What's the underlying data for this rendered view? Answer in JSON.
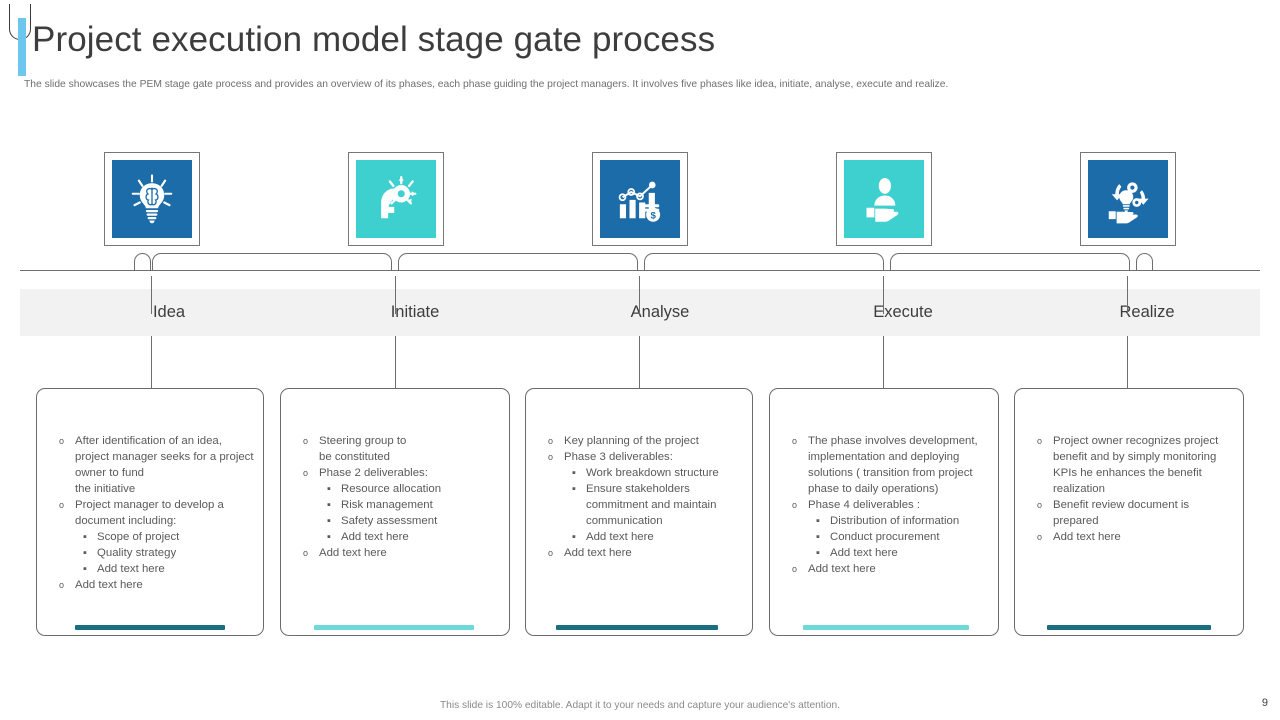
{
  "header": {
    "title": "Project execution model stage gate process",
    "subtitle": "The slide showcases the PEM  stage gate process and provides an overview of its phases, each phase guiding the project managers. It involves five phases like idea, initiate, analyse, execute and realize.",
    "logo_icon": "u-logo-mark"
  },
  "theme": {
    "dark_blue": "#1b6ca8",
    "teal": "#3ecfcf",
    "accent_dark": "#1b6e80",
    "accent_light": "#6fd9d9",
    "band_gray": "#f2f2f2",
    "text_gray": "#5a5a5a",
    "logo_blue": "#6cc6ee"
  },
  "phases": [
    {
      "label": "Idea",
      "icon": "lightbulb-brain-icon",
      "icon_bg": "#1b6ca8",
      "accent": "#1b6e80",
      "bullets": [
        {
          "text": "After identification of an idea, project manager seeks for a project owner to fund",
          "marker": "circle"
        },
        {
          "text": "the initiative",
          "marker": "none"
        },
        {
          "text": "Project manager to develop a document including:",
          "marker": "circle"
        },
        {
          "text": "Scope of project",
          "marker": "square"
        },
        {
          "text": "Quality strategy",
          "marker": "square"
        },
        {
          "text": "Add text here",
          "marker": "square"
        },
        {
          "text": "Add text here",
          "marker": "circle"
        }
      ]
    },
    {
      "label": "Initiate",
      "icon": "head-gear-icon",
      "icon_bg": "#3ecfcf",
      "accent": "#6fd9d9",
      "bullets": [
        {
          "text": "Steering group to",
          "marker": "circle"
        },
        {
          "text": "be constituted",
          "marker": "none"
        },
        {
          "text": "Phase 2 deliverables:",
          "marker": "circle"
        },
        {
          "text": "Resource allocation",
          "marker": "square"
        },
        {
          "text": "Risk management",
          "marker": "square"
        },
        {
          "text": "Safety assessment",
          "marker": "square"
        },
        {
          "text": "Add text here",
          "marker": "square"
        },
        {
          "text": "Add text here",
          "marker": "circle"
        }
      ]
    },
    {
      "label": "Analyse",
      "icon": "bar-chart-money-icon",
      "icon_bg": "#1b6ca8",
      "accent": "#1b6e80",
      "bullets": [
        {
          "text": "Key planning of the project",
          "marker": "circle"
        },
        {
          "text": "Phase 3 deliverables:",
          "marker": "circle"
        },
        {
          "text": "Work breakdown structure",
          "marker": "square"
        },
        {
          "text": "Ensure stakeholders commitment and maintain communication",
          "marker": "square"
        },
        {
          "text": "Add text here",
          "marker": "square"
        },
        {
          "text": "Add text here",
          "marker": "circle"
        }
      ]
    },
    {
      "label": "Execute",
      "icon": "hand-person-icon",
      "icon_bg": "#3ecfcf",
      "accent": "#6fd9d9",
      "bullets": [
        {
          "text": "The phase involves development, implementation and deploying solutions ( transition from project phase to daily operations)",
          "marker": "circle"
        },
        {
          "text": "Phase 4 deliverables  :",
          "marker": "circle"
        },
        {
          "text": "Distribution of information",
          "marker": "square"
        },
        {
          "text": "Conduct procurement",
          "marker": "square"
        },
        {
          "text": "Add text here",
          "marker": "square"
        },
        {
          "text": "Add text here",
          "marker": "circle"
        }
      ]
    },
    {
      "label": "Realize",
      "icon": "hand-bulb-gear-icon",
      "icon_bg": "#1b6ca8",
      "accent": "#1b6e80",
      "bullets": [
        {
          "text": "Project owner recognizes project benefit and by simply monitoring KPIs he enhances the benefit realization",
          "marker": "circle"
        },
        {
          "text": "Benefit review document is prepared",
          "marker": "circle"
        },
        {
          "text": "Add text here",
          "marker": "circle"
        }
      ]
    }
  ],
  "footer": {
    "note": "This slide is 100% editable. Adapt it to your needs and capture your audience's attention.",
    "page_number": "9"
  }
}
